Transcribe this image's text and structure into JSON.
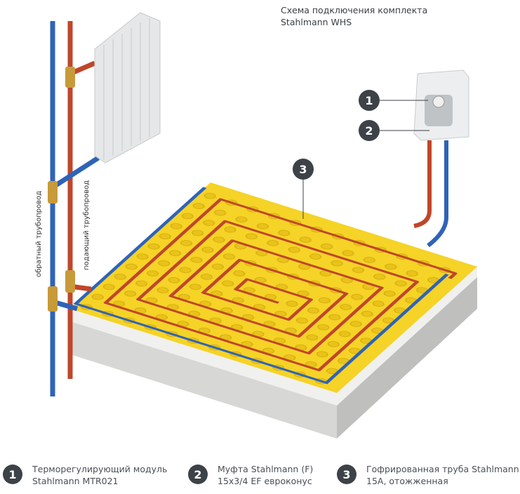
{
  "title": {
    "line1": "Схема подключения комплекта",
    "line2": "Stahlmann WHS"
  },
  "pipe_labels": {
    "return": "обратный трубопровод",
    "supply": "подающий трубопровод"
  },
  "callouts": [
    "1",
    "2",
    "3"
  ],
  "legend": [
    {
      "num": "1",
      "line1": "Терморегулирующий модуль",
      "line2": "Stahlmann MTR021"
    },
    {
      "num": "2",
      "line1": "Муфта Stahlmann (F)",
      "line2": "15x3/4 EF евроконус"
    },
    {
      "num": "3",
      "line1": "Гофрированная труба Stahlmann",
      "line2": "15A, отожженная"
    }
  ],
  "colors": {
    "supply": "#c0462a",
    "return": "#2f63b8",
    "mat": "#f5d327",
    "badge": "#3c4248"
  }
}
